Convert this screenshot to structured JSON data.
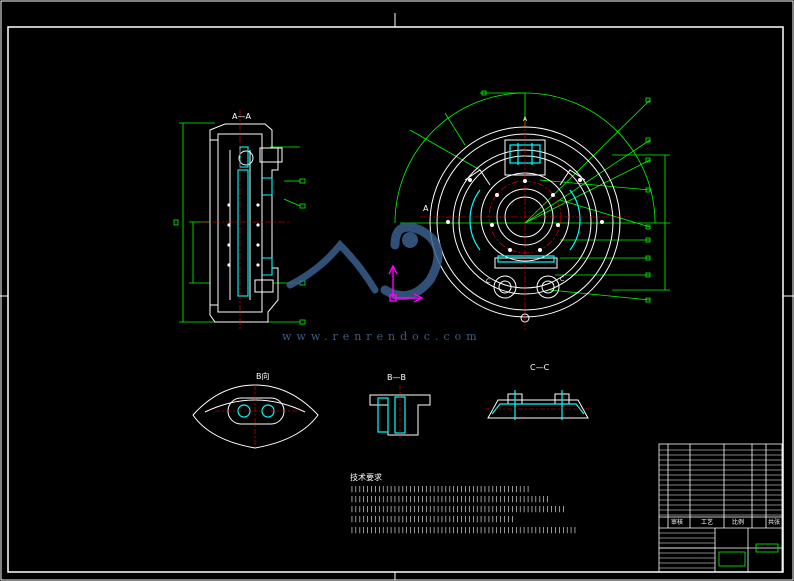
{
  "section_labels": {
    "a": "A—A",
    "b": "B向",
    "c": "B—B",
    "d": "C—C",
    "e": "A",
    "f": "A",
    "g": "C",
    "h": "C"
  },
  "watermark": "www.renrendoc.com",
  "notes_title": "技术要求",
  "notes_lines": [
    "||||||||||||||||||||||||||||||||||||||||||||||",
    "|||||||||||||||||||||||||||||||||||||||||||||||||||",
    "|||||||||||||||||||||||||||||||||||||||||||||||||||||||",
    "||||||||||||||||||||||||||||||||||||||||||",
    "||||||||||||||||||||||||||||||||||||||||||||||||||||||||||"
  ],
  "title_block": {
    "cell_a": "审核",
    "cell_b": "工艺",
    "cell_c": "比例",
    "cell_d": "共张"
  },
  "colors": {
    "border": "#ffffff",
    "dimension": "#00ff00",
    "part": "#ffffff",
    "center": "#ff0000",
    "section": "#00ffff",
    "accent": "#ff00ff",
    "watermark": "#4a6c96"
  }
}
